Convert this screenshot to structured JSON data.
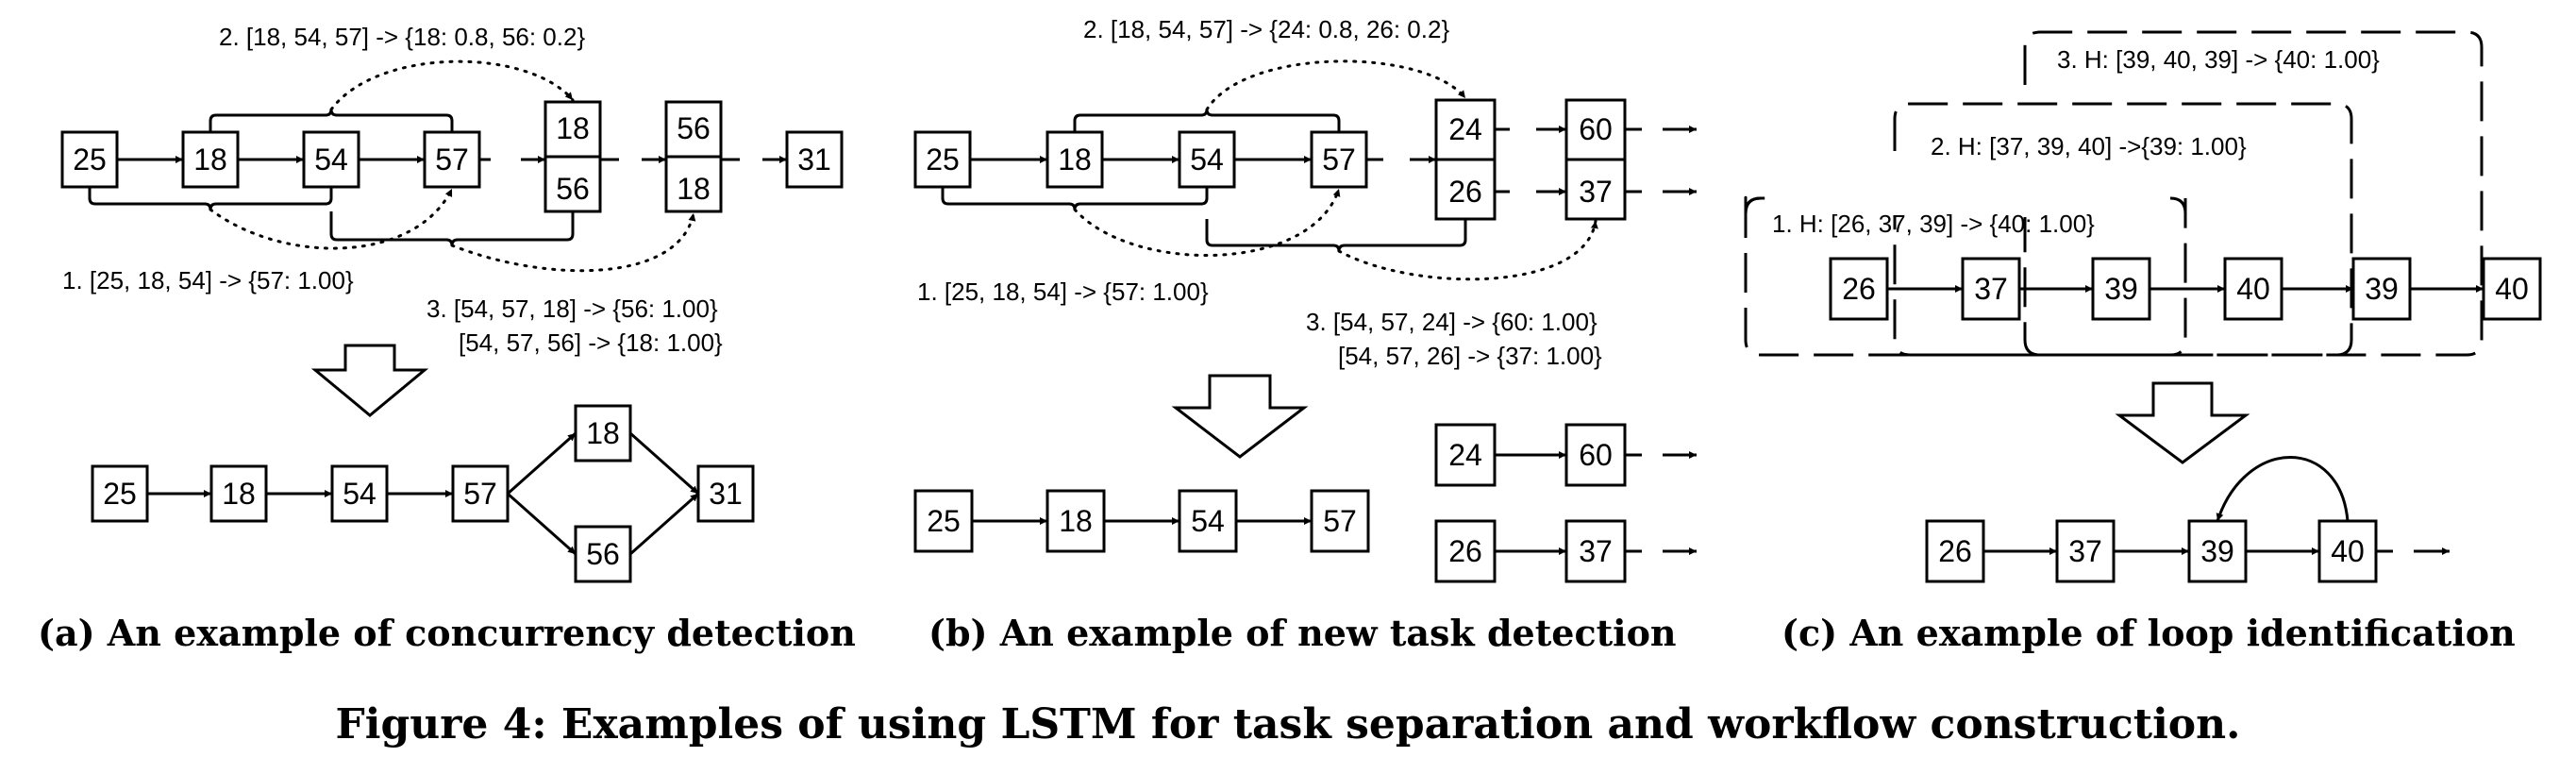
{
  "panel_a": {
    "top_nodes": [
      "25",
      "18",
      "54",
      "57",
      "18",
      "56",
      "56",
      "18",
      "31"
    ],
    "ann1": "1. [25, 18, 54] -> {57: 1.00}",
    "ann2": "2. [18, 54, 57] -> {18: 0.8, 56: 0.2}",
    "ann3_line1": "3. [54, 57, 18] -> {56: 1.00}",
    "ann3_line2": "[54, 57, 56] -> {18: 1.00}",
    "bottom_nodes": [
      "25",
      "18",
      "54",
      "57",
      "18",
      "56",
      "31"
    ],
    "caption": "(a) An example of concurrency detection"
  },
  "panel_b": {
    "top_nodes": [
      "25",
      "18",
      "54",
      "57",
      "24",
      "26",
      "60",
      "37"
    ],
    "ann1": "1. [25, 18, 54] -> {57: 1.00}",
    "ann2": "2. [18, 54, 57] -> {24: 0.8, 26: 0.2}",
    "ann3_line1": "3. [54, 57, 24] -> {60: 1.00}",
    "ann3_line2": "[54, 57, 26] -> {37: 1.00}",
    "bottom_nodes": [
      "25",
      "18",
      "54",
      "57",
      "24",
      "60",
      "26",
      "37"
    ],
    "caption": "(b) An example of new task detection"
  },
  "panel_c": {
    "top_nodes": [
      "26",
      "37",
      "39",
      "40",
      "39",
      "40"
    ],
    "ann1": "1. H: [26, 37, 39] -> {40: 1.00}",
    "ann2": "2. H: [37, 39, 40] ->{39: 1.00}",
    "ann3": "3. H: [39, 40, 39] -> {40: 1.00}",
    "bottom_nodes": [
      "26",
      "37",
      "39",
      "40"
    ],
    "caption": "(c) An example of loop identification"
  },
  "figure_caption": "Figure 4: Examples of using LSTM for task separation and workflow construction."
}
